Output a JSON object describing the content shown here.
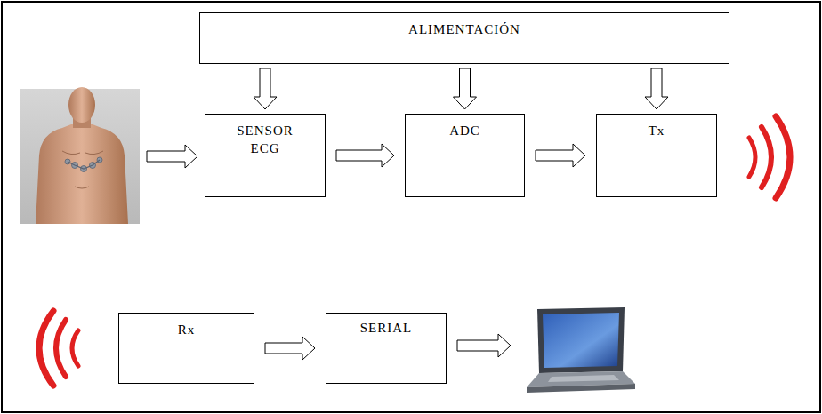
{
  "diagram": {
    "nodes": [
      {
        "text": [
          "ALIMENTACIÓN"
        ]
      },
      {
        "text": [
          "SENSOR ECG"
        ]
      },
      {
        "text": [
          "ADC"
        ]
      },
      {
        "text": [
          "Tx"
        ]
      },
      {
        "text": [
          "Rx"
        ]
      },
      {
        "text": [
          "SERIAL"
        ]
      }
    ],
    "edges": [
      {
        "from": 0,
        "to": 1,
        "arrow": "to"
      },
      {
        "from": 0,
        "to": 2,
        "arrow": "to"
      },
      {
        "from": 0,
        "to": 3,
        "arrow": "to"
      },
      {
        "from": 1,
        "to": 2,
        "arrow": "to"
      },
      {
        "from": 2,
        "to": 3,
        "arrow": "to"
      },
      {
        "from": 4,
        "to": 5,
        "arrow": "to"
      }
    ]
  }
}
